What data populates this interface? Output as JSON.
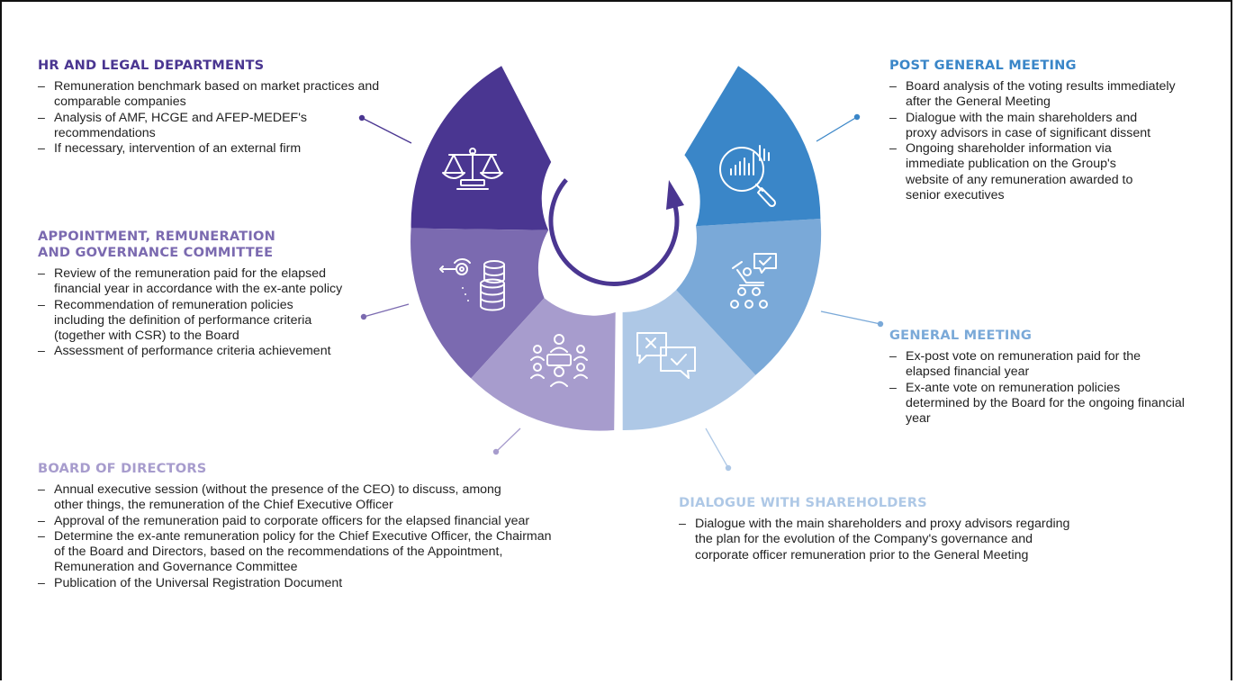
{
  "colors": {
    "hr": "#4a3691",
    "committee": "#7b6ab0",
    "board": "#a79ccd",
    "dialogue": "#aec8e6",
    "general_meeting": "#7aa9d8",
    "post_meeting": "#3a86c8",
    "arrow": "#4a3691",
    "text": "#222222"
  },
  "wheel": {
    "segments": [
      {
        "id": "hr",
        "icon": "scales-of-justice-icon"
      },
      {
        "id": "committee",
        "icon": "target-and-coins-icon"
      },
      {
        "id": "board",
        "icon": "meeting-table-icon"
      },
      {
        "id": "dialogue",
        "icon": "chat-bubbles-icon"
      },
      {
        "id": "general_meeting",
        "icon": "voting-ballot-icon"
      },
      {
        "id": "post_meeting",
        "icon": "magnifier-chart-icon"
      }
    ],
    "center_icon": "cycle-arrow-icon"
  },
  "sections": {
    "hr": {
      "title": "HR AND LEGAL DEPARTMENTS",
      "items": [
        "Remuneration benchmark based on market practices and comparable companies",
        "Analysis of AMF, HCGE and AFEP-MEDEF's recommendations",
        "If necessary, intervention of an external firm"
      ]
    },
    "committee": {
      "title_line1": "APPOINTMENT, REMUNERATION",
      "title_line2": "AND GOVERNANCE COMMITTEE",
      "items": [
        "Review of the remuneration paid for the elapsed financial year in accordance with the ex-ante policy",
        "Recommendation of remuneration policies including the definition of performance criteria (together with CSR) to the Board",
        "Assessment of performance criteria achievement"
      ]
    },
    "board": {
      "title": "BOARD OF DIRECTORS",
      "items": [
        "Annual executive session (without the presence of the CEO) to discuss, among other things, the remuneration of the Chief Executive Officer",
        "Approval of the remuneration paid to corporate officers for the elapsed financial year",
        "Determine the ex-ante remuneration policy for the Chief Executive Officer, the Chairman of the Board and Directors, based on the recommendations of the Appointment, Remuneration and Governance Committee",
        "Publication of the Universal Registration Document"
      ]
    },
    "post_meeting": {
      "title": "POST GENERAL MEETING",
      "items": [
        "Board analysis of the voting results immediately after the General Meeting",
        "Dialogue with the main shareholders and proxy advisors in case of significant dissent",
        "Ongoing shareholder information via immediate publication on the Group's website of any remuneration awarded to senior executives"
      ]
    },
    "general_meeting": {
      "title": "GENERAL MEETING",
      "items": [
        "Ex-post vote on remuneration paid for the elapsed financial year",
        "Ex-ante vote on remuneration policies determined by the Board for the ongoing financial year"
      ]
    },
    "dialogue": {
      "title": "DIALOGUE WITH SHAREHOLDERS",
      "items": [
        "Dialogue with the main shareholders and proxy advisors regarding the plan for the evolution of the Company's governance and corporate officer remuneration prior to the General Meeting"
      ]
    }
  }
}
